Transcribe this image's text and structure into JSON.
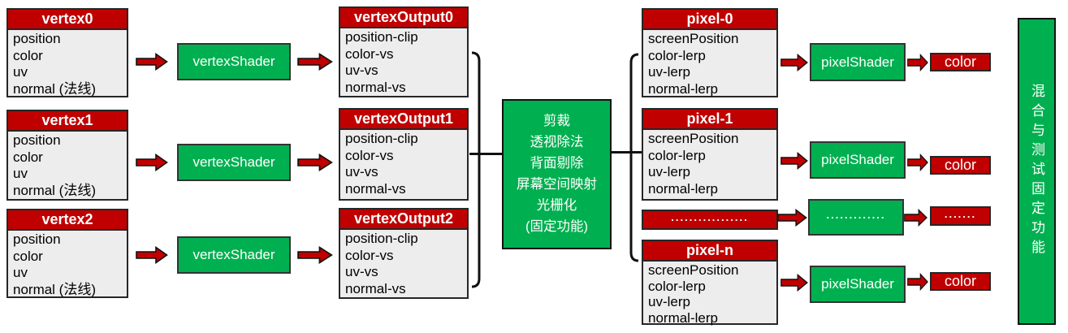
{
  "colors": {
    "accent_red": "#C00000",
    "accent_green": "#00B050",
    "record_bg": "#EDEDED",
    "border": "#262626"
  },
  "vertex_column": [
    {
      "title": "vertex0",
      "fields": [
        "position",
        "color",
        "uv",
        "normal (法线)"
      ]
    },
    {
      "title": "vertex1",
      "fields": [
        "position",
        "color",
        "uv",
        "normal (法线)"
      ]
    },
    {
      "title": "vertex2",
      "fields": [
        "position",
        "color",
        "uv",
        "normal (法线)"
      ]
    }
  ],
  "shaders": {
    "vertex_label": "vertexShader",
    "pixel_label": "pixelShader"
  },
  "vertex_output_column": [
    {
      "title": "vertexOutput0",
      "fields": [
        "position-clip",
        "color-vs",
        "uv-vs",
        "normal-vs"
      ]
    },
    {
      "title": "vertexOutput1",
      "fields": [
        "position-clip",
        "color-vs",
        "uv-vs",
        "normal-vs"
      ]
    },
    {
      "title": "vertexOutput2",
      "fields": [
        "position-clip",
        "color-vs",
        "uv-vs",
        "normal-vs"
      ]
    }
  ],
  "raster_stage": {
    "lines": [
      "剪裁",
      "透视除法",
      "背面剔除",
      "屏幕空间映射",
      "光栅化",
      "(固定功能)"
    ]
  },
  "pixel_column": [
    {
      "title": "pixel-0",
      "fields": [
        "screenPosition",
        "color-lerp",
        "uv-lerp",
        "normal-lerp"
      ]
    },
    {
      "title": "pixel-1",
      "fields": [
        "screenPosition",
        "color-lerp",
        "uv-lerp",
        "normal-lerp"
      ]
    },
    {
      "title": "pixel-n",
      "fields": [
        "screenPosition",
        "color-lerp",
        "uv-lerp",
        "normal-lerp"
      ]
    }
  ],
  "ellipsis_row": {
    "input": ".................",
    "shader": ".............",
    "output": "......."
  },
  "color_output": {
    "label": "color"
  },
  "blend_stage": {
    "label": "混合与测试固定功能"
  }
}
